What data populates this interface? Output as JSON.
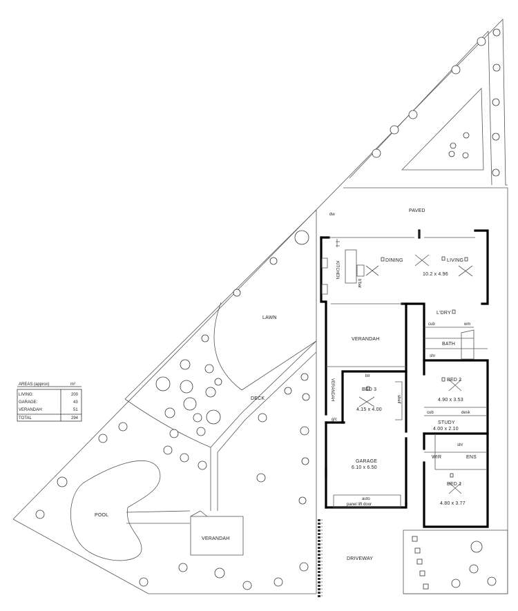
{
  "areas_table": {
    "title": "AREAS (approx)",
    "unit": "m²",
    "rows": [
      {
        "label": "LIVING:",
        "value": "200"
      },
      {
        "label": "GARAGE:",
        "value": "43"
      },
      {
        "label": "VERANDAH:",
        "value": "51"
      }
    ],
    "total": {
      "label": "TOTAL",
      "value": "294"
    }
  },
  "labels": {
    "paved": "PAVED",
    "dw": "dw",
    "dining": "DINING",
    "living": "LIVING",
    "living_dims": "10.2 x 4.96",
    "kitchen": "KITCHEN",
    "b_bar": "b'bar",
    "lawn": "LAWN",
    "verandah_rear": "VERANDAH",
    "verandah_side": "VERANDAH",
    "verandah_pool": "VERANDAH",
    "laundry": "L'DRY",
    "cub1": "cub",
    "wm": "wm",
    "bath": "BATH",
    "shr1": "shr",
    "blr": "blr",
    "bed3": "BED 3",
    "bed3_dims": "4.15 x 4.00",
    "shelf": "shelf",
    "gc": "g/c",
    "bed2": "BED 2",
    "bed2_dims": "4.90 x 3.53",
    "cub2": "cub",
    "desk": "desk",
    "study": "STUDY",
    "study_dims": "4.00 x 2.10",
    "deck": "DECK",
    "wir": "WIR",
    "shr2": "shr",
    "ens": "ENS",
    "bed1": "BED 1",
    "bed1_dims": "4.80 x 3.77",
    "garage": "GARAGE",
    "garage_dims": "6.10 x 6.50",
    "garage_door_1": "auto",
    "garage_door_2": "panel lift door",
    "pool": "POOL",
    "driveway": "DRIVEWAY"
  },
  "colors": {
    "line": "#333333",
    "wall": "#000000",
    "background": "#ffffff"
  }
}
